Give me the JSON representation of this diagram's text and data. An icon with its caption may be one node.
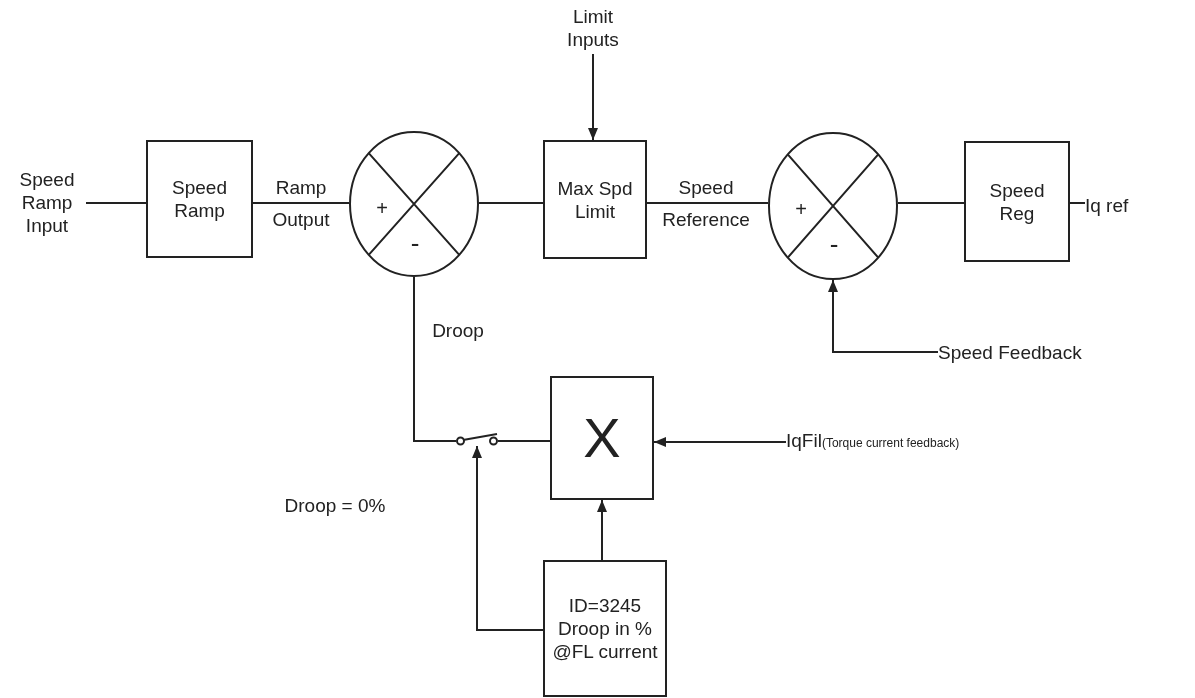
{
  "diagram": {
    "nodes": [
      {
        "text": [
          "Speed Ramp Input"
        ]
      },
      {
        "text": [
          "Speed Ramp"
        ]
      },
      {
        "text": [
          "+",
          "-"
        ]
      },
      {
        "text": [
          "Max Spd Limit"
        ]
      },
      {
        "text": [
          "Limit Inputs"
        ]
      },
      {
        "text": [
          "+",
          "-"
        ]
      },
      {
        "text": [
          "Speed Reg"
        ]
      },
      {
        "text": [
          "Iq ref"
        ]
      },
      {
        "text": [
          "Speed Feedback"
        ]
      },
      {
        "text": [
          "X"
        ]
      },
      {
        "text": [
          "IqFil",
          "(Torque current feedback)"
        ]
      },
      {
        "text": [],
        "shape": "switch"
      },
      {
        "text": [
          "ID=3245 Droop in % @FL current"
        ]
      }
    ],
    "edges": [
      {
        "from": 0,
        "to": 1,
        "arrow": "none"
      },
      {
        "from": 1,
        "to": 2,
        "arrow": "none",
        "label": "Ramp Output"
      },
      {
        "from": 2,
        "to": 3,
        "arrow": "none"
      },
      {
        "from": 4,
        "to": 3,
        "arrow": "to"
      },
      {
        "from": 3,
        "to": 5,
        "arrow": "none",
        "label": "Speed Reference"
      },
      {
        "from": 5,
        "to": 6,
        "arrow": "none"
      },
      {
        "from": 6,
        "to": 7,
        "arrow": "none"
      },
      {
        "from": 8,
        "to": 5,
        "arrow": "to"
      },
      {
        "from": 10,
        "to": 9,
        "arrow": "to"
      },
      {
        "from": 9,
        "to": 11,
        "arrow": "none"
      },
      {
        "from": 11,
        "to": 2,
        "arrow": "none",
        "label": "Droop"
      },
      {
        "from": 12,
        "to": 9,
        "arrow": "to"
      },
      {
        "from": 12,
        "to": 11,
        "arrow": "to"
      }
    ],
    "labels": [
      "Droop = 0%"
    ]
  }
}
